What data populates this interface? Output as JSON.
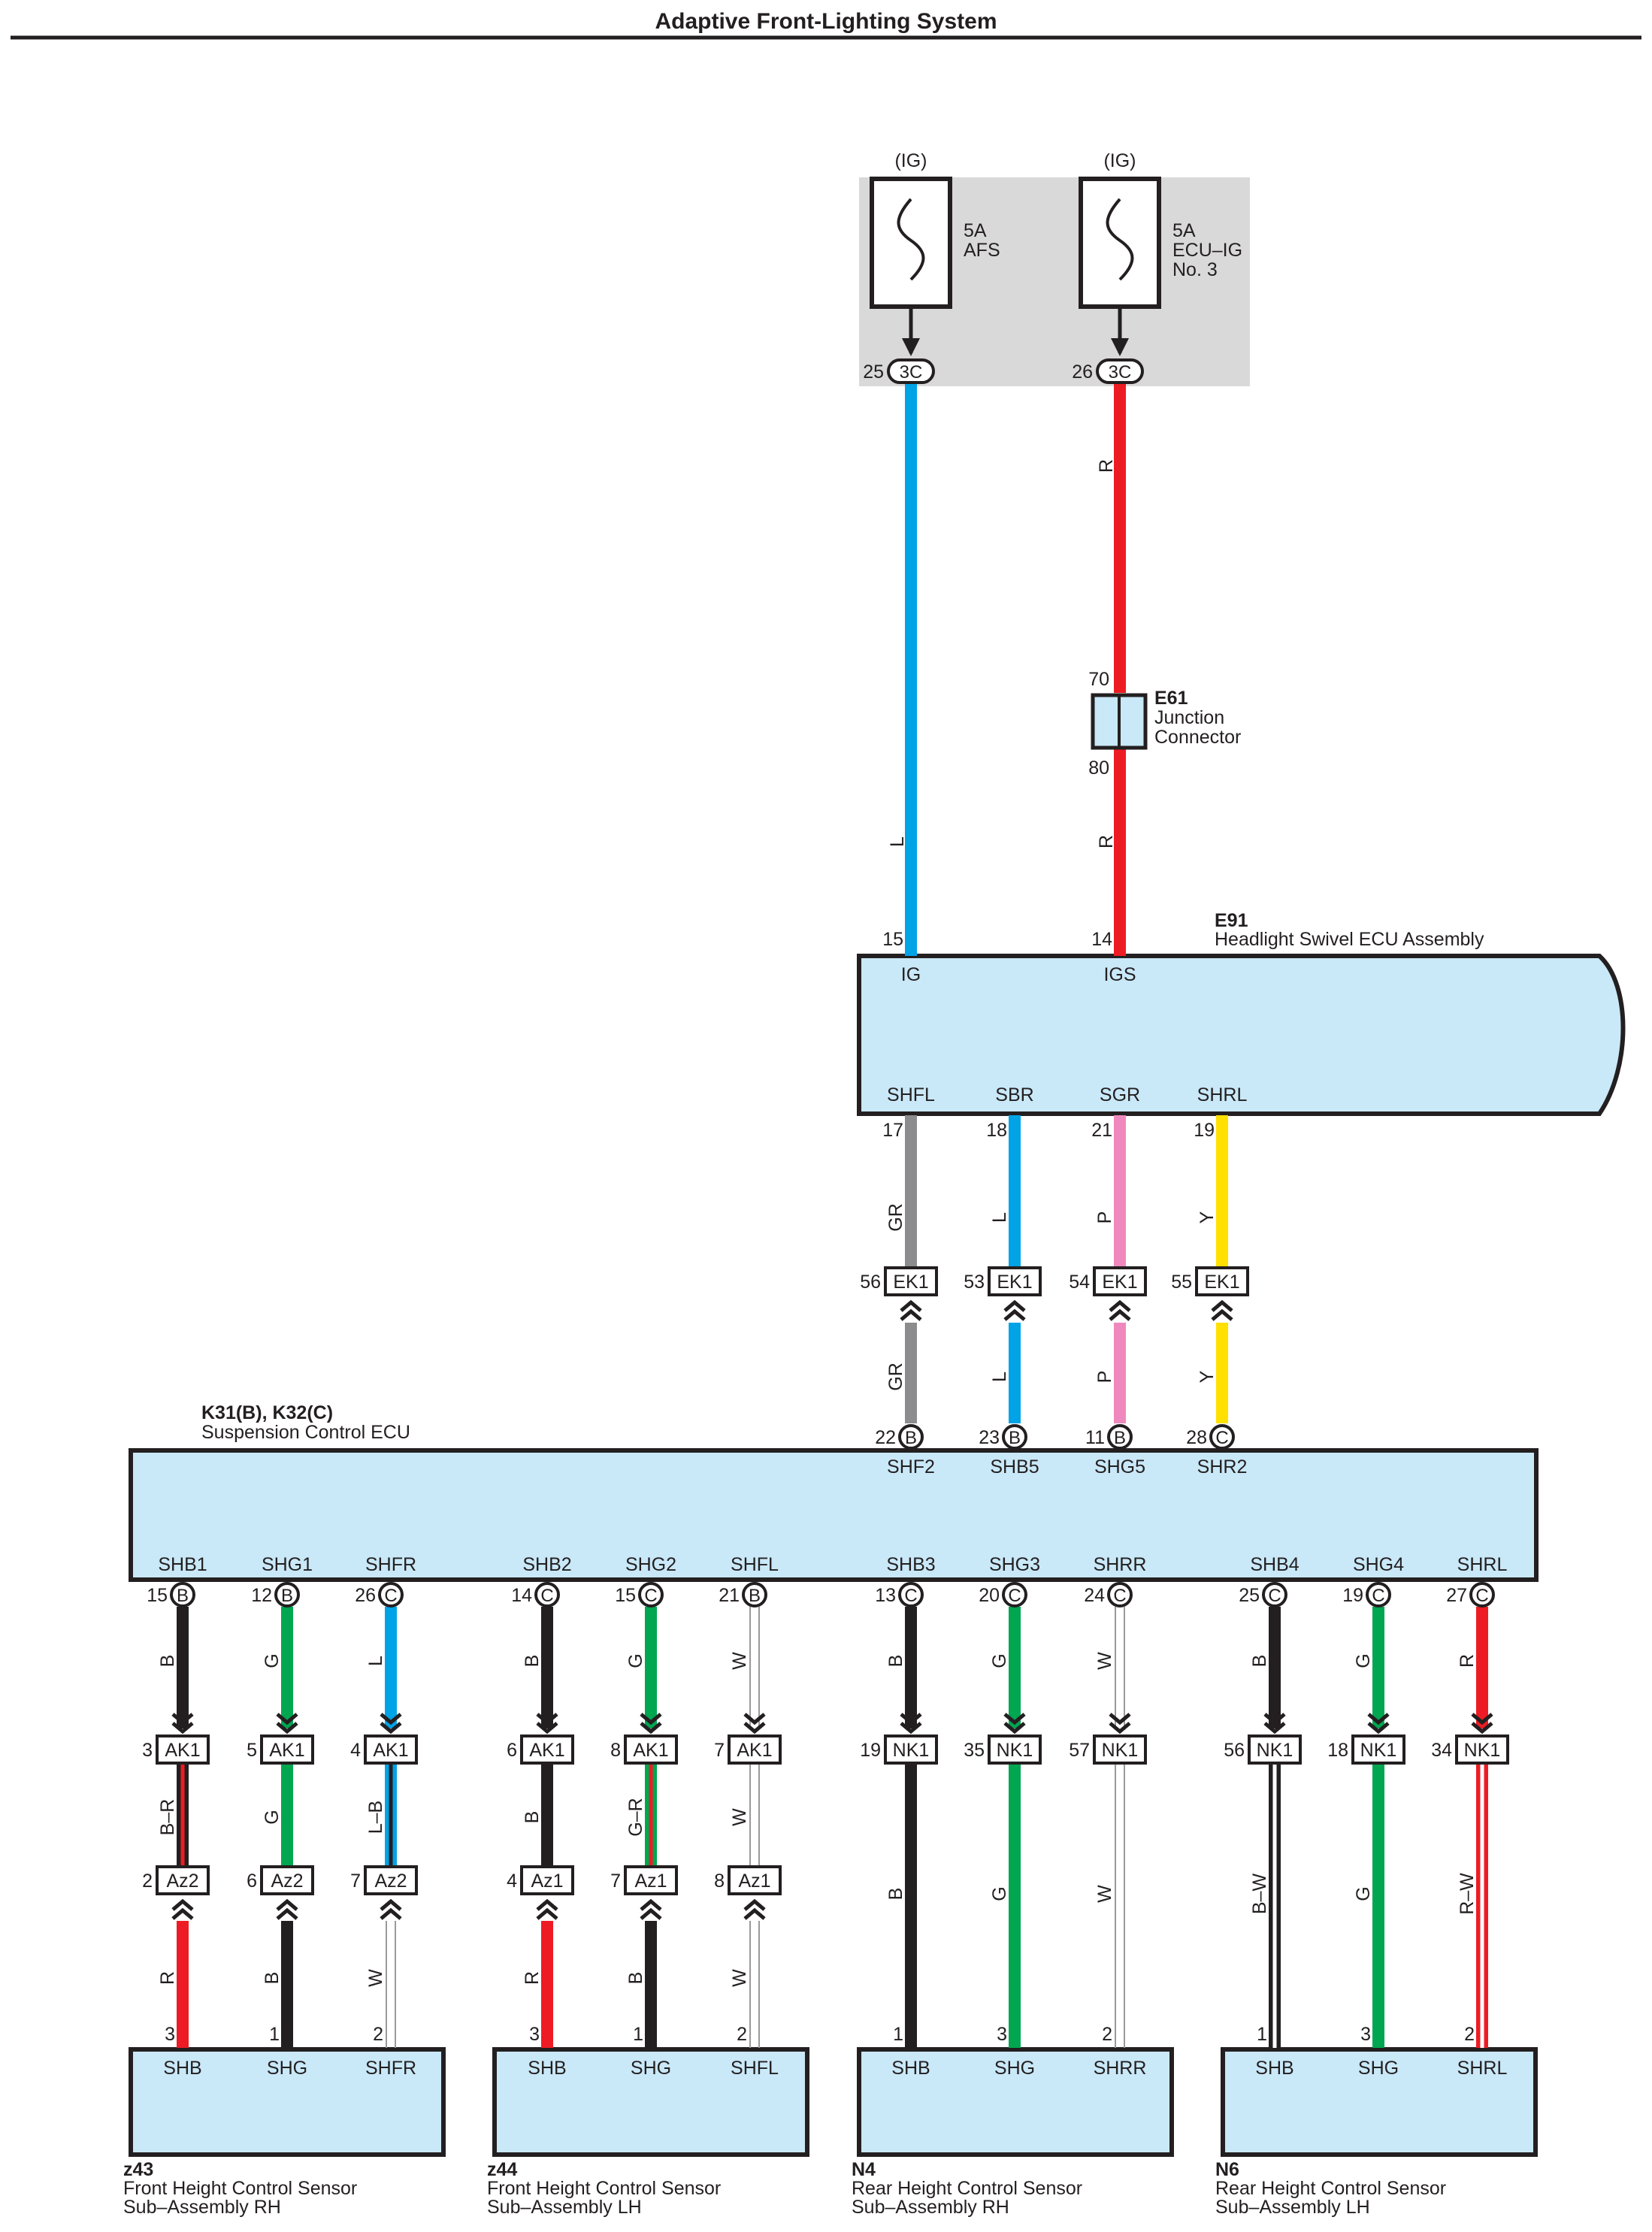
{
  "title": "Adaptive Front-Lighting System",
  "colors": {
    "L": "#00a3e6",
    "R": "#ed1c24",
    "GR": "#8c8c8e",
    "P": "#ef88bd",
    "Y": "#ffe000",
    "G": "#00a650",
    "B": "#231f20",
    "W": "#ffffff",
    "box": "#c9e8f8",
    "shade": "#d9d9da"
  },
  "fuses": [
    {
      "ig": "(IG)",
      "rating": "5A",
      "name": [
        "AFS"
      ],
      "pin": "25",
      "connector": "3C",
      "wire": "L"
    },
    {
      "ig": "(IG)",
      "rating": "5A",
      "name": [
        "ECU–IG",
        "No. 3"
      ],
      "pin": "26",
      "connector": "3C",
      "wire": "R"
    }
  ],
  "junction": {
    "code": "E61",
    "name": [
      "Junction",
      "Connector"
    ],
    "pin_top": "70",
    "pin_bottom": "80"
  },
  "swivel_ecu": {
    "code": "E91",
    "name": "Headlight Swivel ECU Assembly",
    "top_pins": [
      {
        "label": "IG",
        "pin": "15",
        "wire": "L"
      },
      {
        "label": "IGS",
        "pin": "14",
        "wire": "R"
      }
    ],
    "bottom_pins": [
      {
        "label": "SHFL",
        "pin": "17",
        "wire": "GR",
        "ek_pin": "56",
        "ek": "EK1",
        "ecu_pin": "22",
        "ecu_conn": "B",
        "ecu_label": "SHF2"
      },
      {
        "label": "SBR",
        "pin": "18",
        "wire": "L",
        "ek_pin": "53",
        "ek": "EK1",
        "ecu_pin": "23",
        "ecu_conn": "B",
        "ecu_label": "SHB5"
      },
      {
        "label": "SGR",
        "pin": "21",
        "wire": "P",
        "ek_pin": "54",
        "ek": "EK1",
        "ecu_pin": "11",
        "ecu_conn": "B",
        "ecu_label": "SHG5"
      },
      {
        "label": "SHRL",
        "pin": "19",
        "wire": "Y",
        "ek_pin": "55",
        "ek": "EK1",
        "ecu_pin": "28",
        "ecu_conn": "C",
        "ecu_label": "SHR2"
      }
    ]
  },
  "suspension_ecu": {
    "code": "K31(B), K32(C)",
    "name": "Suspension Control ECU"
  },
  "sensor_wires": [
    {
      "label": "SHB1",
      "ecu_pin": "15",
      "conn": "B",
      "w1": "B",
      "c1": "AK1",
      "p1": "3",
      "w2": "B–R",
      "c2": "Az2",
      "p2": "2",
      "w3": "R",
      "sp": "3"
    },
    {
      "label": "SHG1",
      "ecu_pin": "12",
      "conn": "B",
      "w1": "G",
      "c1": "AK1",
      "p1": "5",
      "w2": "G",
      "c2": "Az2",
      "p2": "6",
      "w3": "B",
      "sp": "1"
    },
    {
      "label": "SHFR",
      "ecu_pin": "26",
      "conn": "C",
      "w1": "L",
      "c1": "AK1",
      "p1": "4",
      "w2": "L–B",
      "c2": "Az2",
      "p2": "7",
      "w3": "W",
      "sp": "2"
    },
    {
      "label": "SHB2",
      "ecu_pin": "14",
      "conn": "C",
      "w1": "B",
      "c1": "AK1",
      "p1": "6",
      "w2": "B",
      "c2": "Az1",
      "p2": "4",
      "w3": "R",
      "sp": "3"
    },
    {
      "label": "SHG2",
      "ecu_pin": "15",
      "conn": "C",
      "w1": "G",
      "c1": "AK1",
      "p1": "8",
      "w2": "G–R",
      "c2": "Az1",
      "p2": "7",
      "w3": "B",
      "sp": "1"
    },
    {
      "label": "SHFL",
      "ecu_pin": "21",
      "conn": "B",
      "w1": "W",
      "c1": "AK1",
      "p1": "7",
      "w2": "W",
      "c2": "Az1",
      "p2": "8",
      "w3": "W",
      "sp": "2"
    },
    {
      "label": "SHB3",
      "ecu_pin": "13",
      "conn": "C",
      "w1": "B",
      "c1": "NK1",
      "p1": "19",
      "w2": "B",
      "c2": "",
      "p2": "",
      "w3": "",
      "sp": "1"
    },
    {
      "label": "SHG3",
      "ecu_pin": "20",
      "conn": "C",
      "w1": "G",
      "c1": "NK1",
      "p1": "35",
      "w2": "G",
      "c2": "",
      "p2": "",
      "w3": "",
      "sp": "3"
    },
    {
      "label": "SHRR",
      "ecu_pin": "24",
      "conn": "C",
      "w1": "W",
      "c1": "NK1",
      "p1": "57",
      "w2": "W",
      "c2": "",
      "p2": "",
      "w3": "",
      "sp": "2"
    },
    {
      "label": "SHB4",
      "ecu_pin": "25",
      "conn": "C",
      "w1": "B",
      "c1": "NK1",
      "p1": "56",
      "w2": "B–W",
      "c2": "",
      "p2": "",
      "w3": "",
      "sp": "1"
    },
    {
      "label": "SHG4",
      "ecu_pin": "19",
      "conn": "C",
      "w1": "G",
      "c1": "NK1",
      "p1": "18",
      "w2": "G",
      "c2": "",
      "p2": "",
      "w3": "",
      "sp": "3"
    },
    {
      "label": "SHRL",
      "ecu_pin": "27",
      "conn": "C",
      "w1": "R",
      "c1": "NK1",
      "p1": "34",
      "w2": "R–W",
      "c2": "",
      "p2": "",
      "w3": "",
      "sp": "2"
    }
  ],
  "sensors": [
    {
      "code": "z43",
      "name": [
        "Front Height Control Sensor",
        "Sub–Assembly RH"
      ],
      "pins": [
        "SHB",
        "SHG",
        "SHFR"
      ]
    },
    {
      "code": "z44",
      "name": [
        "Front Height Control Sensor",
        "Sub–Assembly LH"
      ],
      "pins": [
        "SHB",
        "SHG",
        "SHFL"
      ]
    },
    {
      "code": "N4",
      "name": [
        "Rear Height Control Sensor",
        "Sub–Assembly RH"
      ],
      "pins": [
        "SHB",
        "SHG",
        "SHRR"
      ]
    },
    {
      "code": "N6",
      "name": [
        "Rear Height Control Sensor",
        "Sub–Assembly LH"
      ],
      "pins": [
        "SHB",
        "SHG",
        "SHRL"
      ]
    }
  ]
}
